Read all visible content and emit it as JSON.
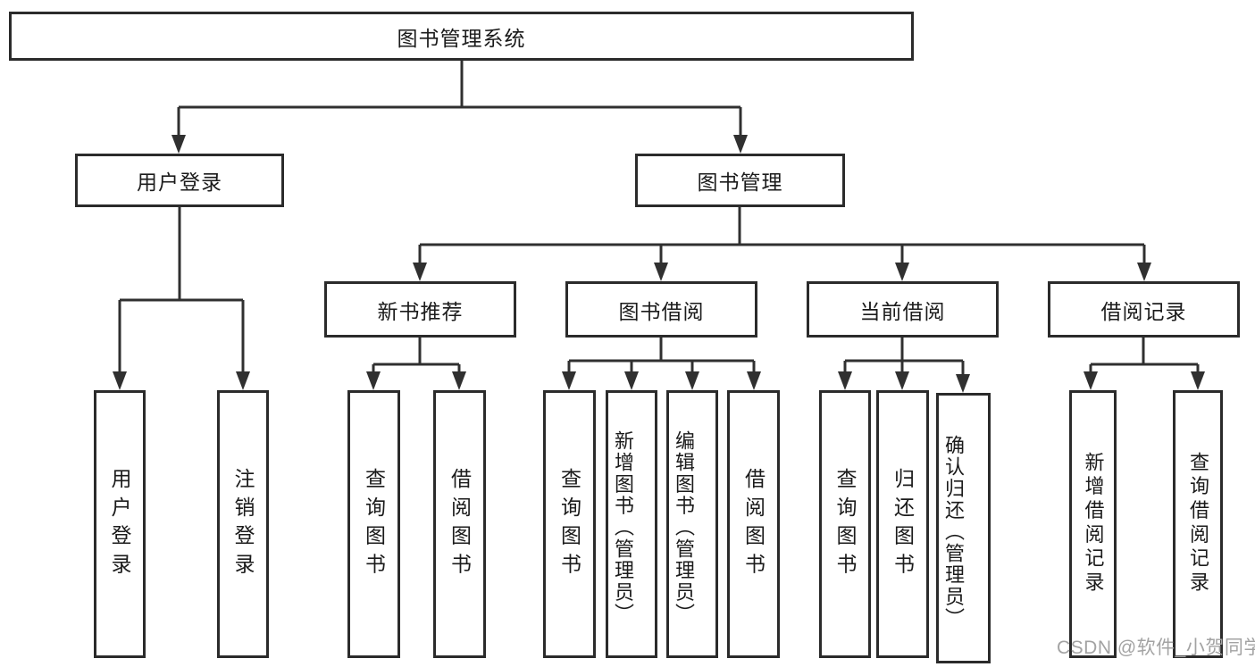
{
  "tree": {
    "root": {
      "label": "图书管理系统"
    },
    "branches": [
      {
        "label": "用户登录",
        "children": [
          {
            "label": "用户登录"
          },
          {
            "label": "注销登录"
          }
        ]
      },
      {
        "label": "图书管理",
        "children": [
          {
            "label": "新书推荐",
            "children": [
              {
                "label": "查询图书"
              },
              {
                "label": "借阅图书"
              }
            ]
          },
          {
            "label": "图书借阅",
            "children": [
              {
                "label": "查询图书"
              },
              {
                "label": "新增图书（管理员）"
              },
              {
                "label": "编辑图书（管理员）"
              },
              {
                "label": "借阅图书"
              }
            ]
          },
          {
            "label": "当前借阅",
            "children": [
              {
                "label": "查询图书"
              },
              {
                "label": "归还图书"
              },
              {
                "label": "确认归还（管理员）"
              }
            ]
          },
          {
            "label": "借阅记录",
            "children": [
              {
                "label": "新增借阅记录"
              },
              {
                "label": "查询借阅记录"
              }
            ]
          }
        ]
      }
    ]
  },
  "watermark": {
    "text": "CSDN @软件_小贺同学"
  },
  "colors": {
    "line": "#303030",
    "box_border": "#2b2b2b",
    "text": "#1b1b1b",
    "watermark": "#a3a3a3",
    "background": "#ffffff"
  }
}
